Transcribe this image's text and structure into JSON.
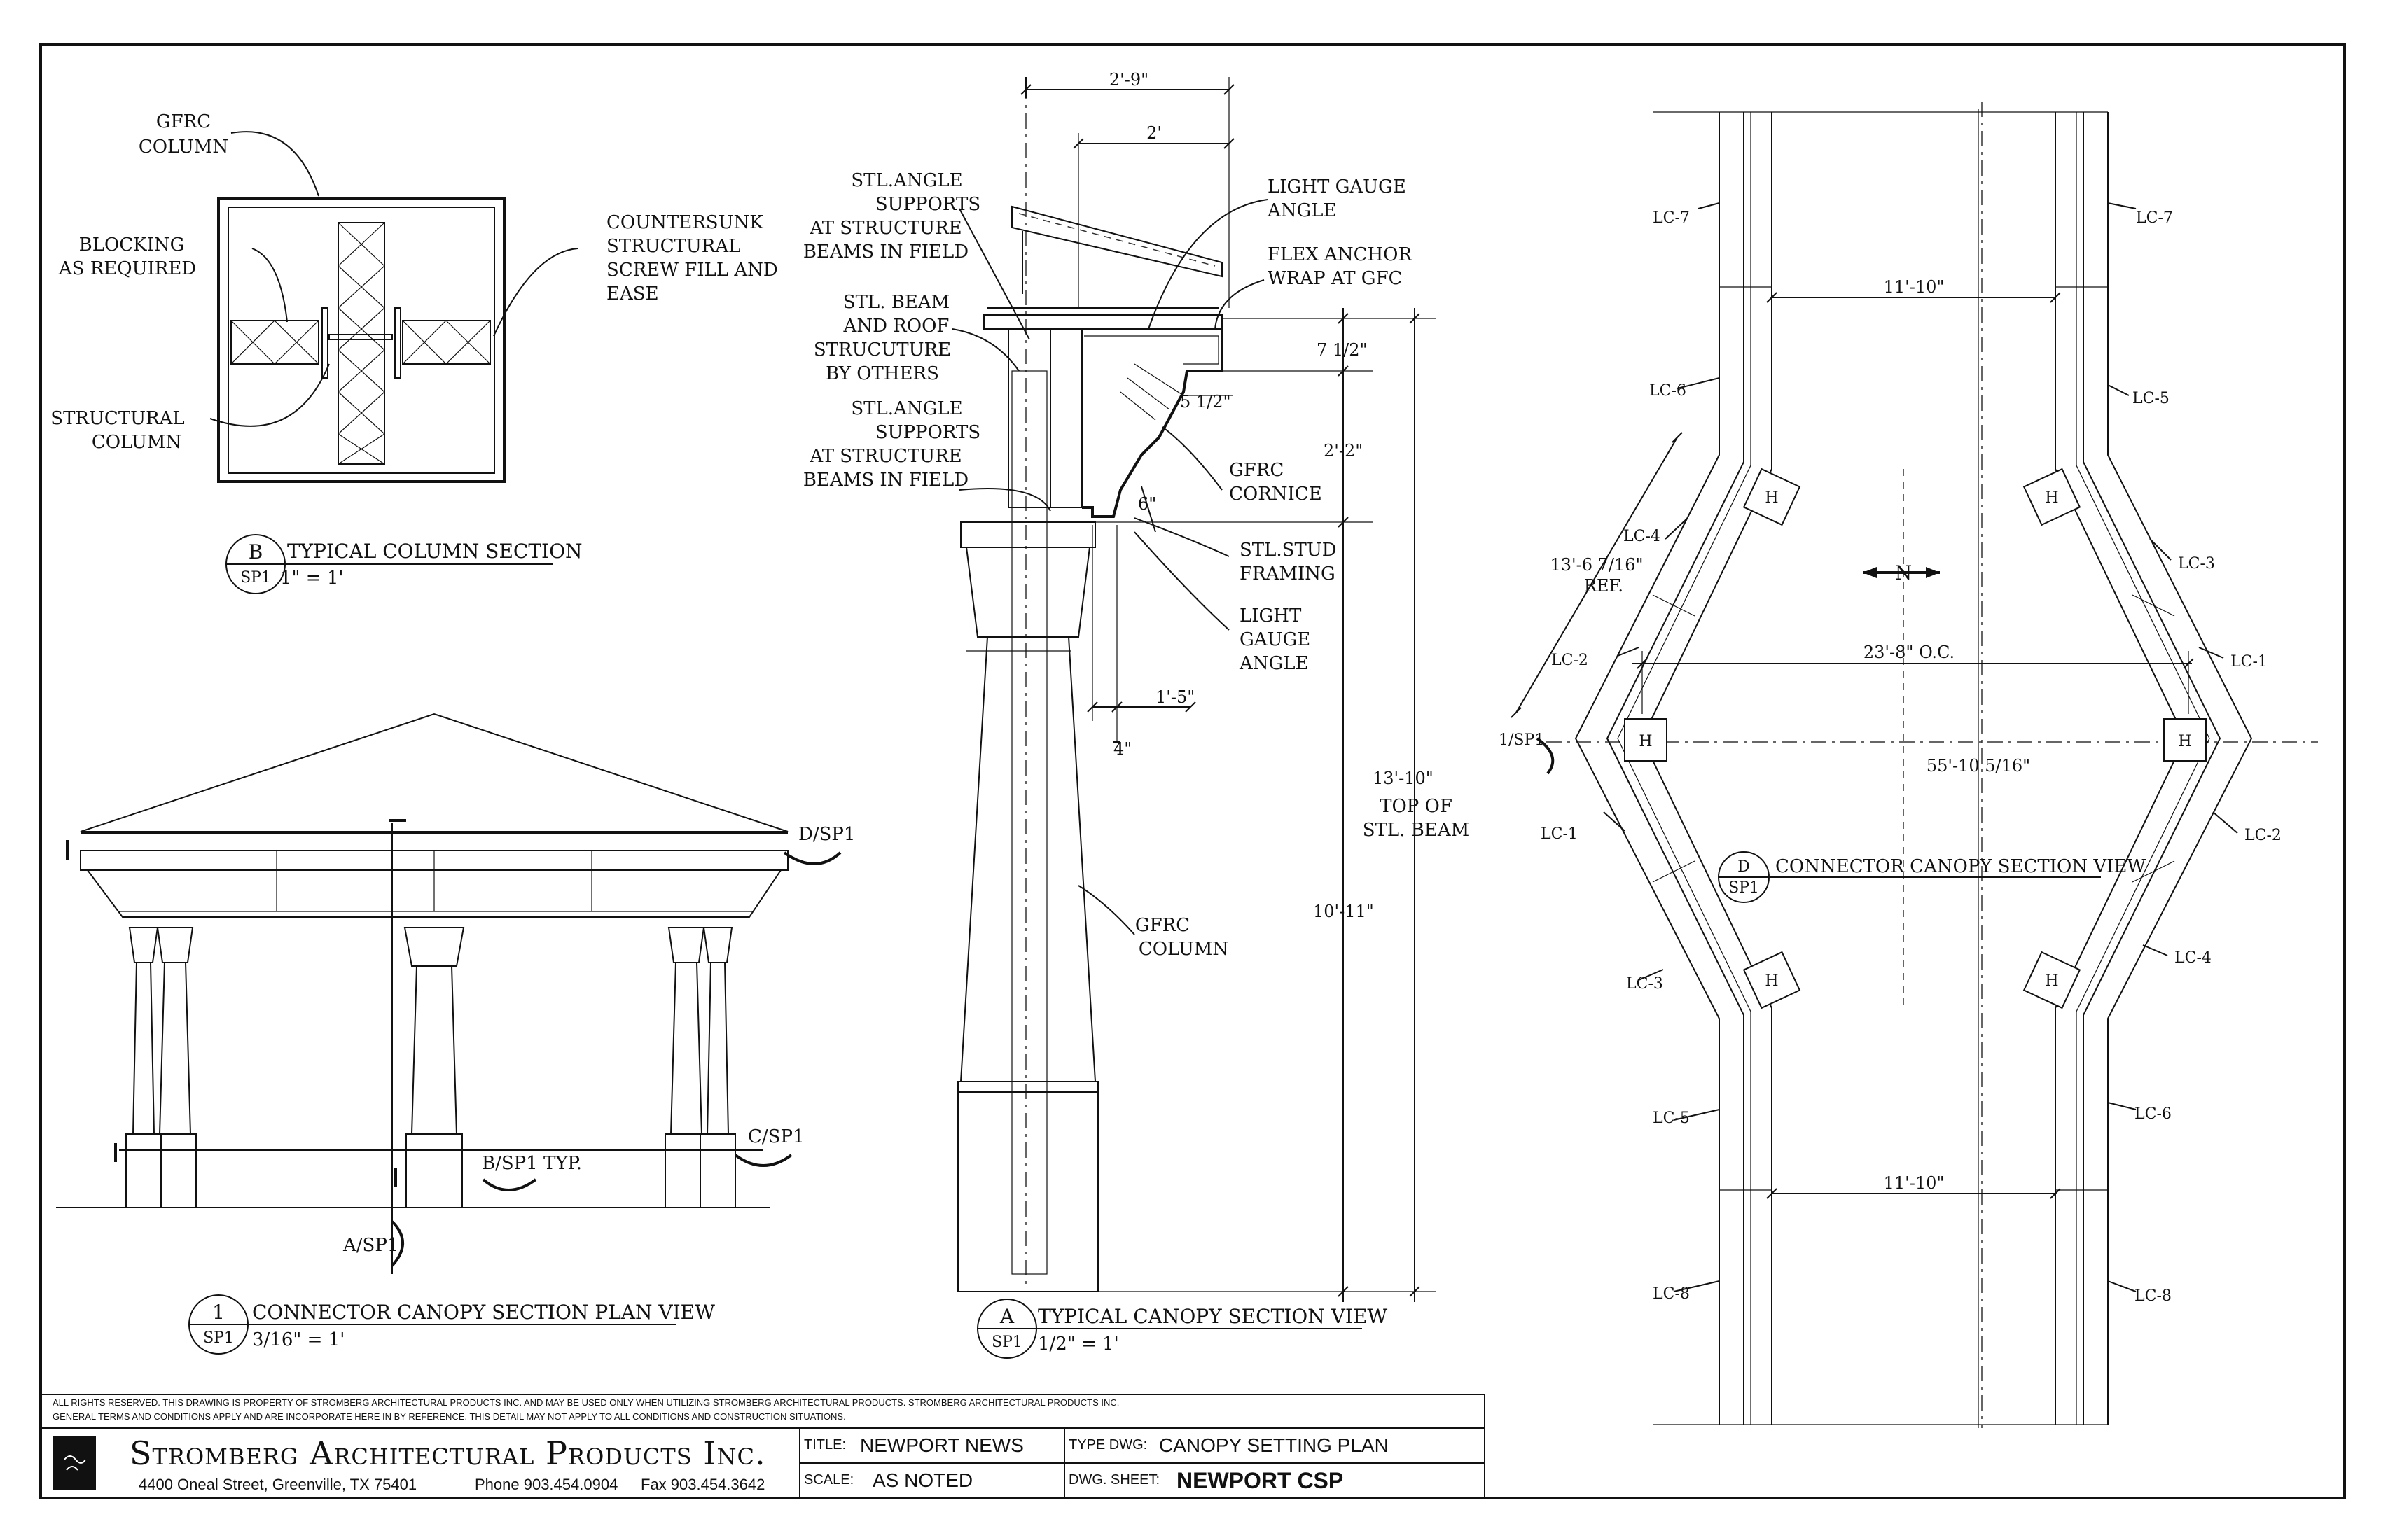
{
  "section_b": {
    "label_gfrc": [
      "GFRC",
      "COLUMN"
    ],
    "label_blocking": [
      "BLOCKING",
      "AS REQUIRED"
    ],
    "label_structural": [
      "STRUCTURAL",
      "COLUMN"
    ],
    "label_countersunk": [
      "COUNTERSUNK",
      "STRUCTURAL",
      "SCREW FILL AND",
      "EASE"
    ],
    "tag_letter": "B",
    "tag_sheet": "SP1",
    "title": "TYPICAL COLUMN SECTION",
    "scale": "1\" = 1'"
  },
  "section_a": {
    "dim_top": "2'-9\"",
    "dim_top2": "2'",
    "label_stl_angle_1": [
      "STL.ANGLE",
      "SUPPORTS",
      "AT STRUCTURE",
      "BEAMS IN FIELD"
    ],
    "label_stl_beam": [
      "STL. BEAM",
      "AND ROOF",
      "STRUCUTURE",
      "BY OTHERS"
    ],
    "label_stl_angle_2": [
      "STL.ANGLE",
      "SUPPORTS",
      "AT STRUCTURE",
      "BEAMS IN FIELD"
    ],
    "label_light_gauge_1": [
      "LIGHT GAUGE",
      "ANGLE"
    ],
    "label_flex_anchor": [
      "FLEX ANCHOR",
      "WRAP AT GFC"
    ],
    "dim_7_half": "7 1/2\"",
    "dim_5_half": "5 1/2\"",
    "dim_2_2": "2'-2\"",
    "label_gfrc_cornice": [
      "GFRC",
      "CORNICE"
    ],
    "dim_6": "6\"",
    "label_stud": [
      "STL.STUD",
      "FRAMING"
    ],
    "label_light_gauge_2": [
      "LIGHT",
      "GAUGE",
      "ANGLE"
    ],
    "dim_1_5": "1'-5\"",
    "dim_4": "4\"",
    "dim_13_10": "13'-10\"",
    "label_top_beam": [
      "TOP OF",
      "STL. BEAM"
    ],
    "dim_10_11": "10'-11\"",
    "label_gfrc_column": [
      "GFRC",
      "COLUMN"
    ],
    "tag_letter": "A",
    "tag_sheet": "SP1",
    "title": "TYPICAL CANOPY  SECTION VIEW",
    "scale": "1/2\" = 1'"
  },
  "section_1": {
    "label_dsp": "D/SP1",
    "label_csp": "C/SP1",
    "label_bsp": "B/SP1 TYP.",
    "label_asp": "A/SP1",
    "tag_letter": "1",
    "tag_sheet": "SP1",
    "title": "CONNECTOR CANOPY SECTION PLAN VIEW",
    "scale": "3/16\" = 1'"
  },
  "section_d": {
    "lc_labels": [
      "LC-7",
      "LC-7",
      "LC-6",
      "LC-5",
      "LC-4",
      "LC-3",
      "LC-2",
      "LC-1",
      "LC-1",
      "LC-2",
      "LC-3",
      "LC-4",
      "LC-5",
      "LC-6",
      "LC-8",
      "LC-8"
    ],
    "dim_11_10_top": "11'-10\"",
    "dim_13_6": [
      "13'-6 7/16\"",
      "REF."
    ],
    "dim_23_8": "23'-8\"  O.C.",
    "dim_55_10": "55'-10 5/16\"",
    "dim_11_10_bot": "11'-10\"",
    "label_1sp": "1/SP1",
    "north": "N",
    "col_mark": "H",
    "tag_letter": "D",
    "tag_sheet": "SP1",
    "title": "CONNECTOR CANOPY SECTION VIEW"
  },
  "title_block": {
    "notice": [
      "ALL RIGHTS RESERVED. THIS DRAWING IS PROPERTY OF STROMBERG ARCHITECTURAL PRODUCTS INC. AND MAY BE USED ONLY WHEN UTILIZING STROMBERG ARCHITECTURAL PRODUCTS.  STROMBERG ARCHITECTURAL PRODUCTS INC.",
      "GENERAL TERMS AND CONDITIONS APPLY AND ARE INCORPORATE HERE IN BY REFERENCE.  THIS DETAIL MAY NOT APPLY TO ALL CONDITIONS AND CONSTRUCTION SITUATIONS."
    ],
    "company": "Stromberg Architectural Products Inc.",
    "address": "4400 Oneal Street, Greenville, TX  75401",
    "phone": "Phone 903.454.0904",
    "fax": "Fax 903.454.3642",
    "title_label": "TITLE:",
    "title_value": "NEWPORT NEWS",
    "type_label": "TYPE DWG:",
    "type_value": "CANOPY SETTING PLAN",
    "scale_label": "SCALE:",
    "scale_value": "AS NOTED",
    "sheet_label": "DWG. SHEET:",
    "sheet_value": "NEWPORT CSP"
  }
}
